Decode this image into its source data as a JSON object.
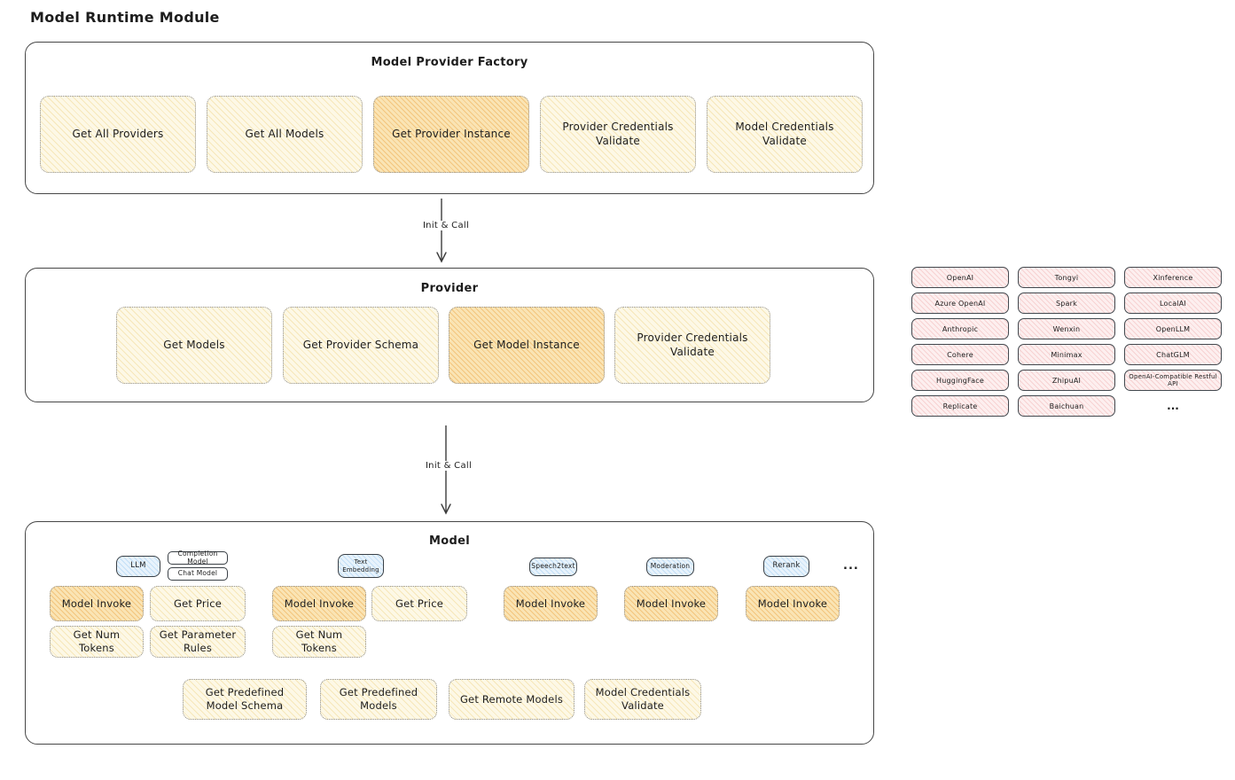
{
  "page_title": "Model Runtime Module",
  "factory": {
    "title": "Model Provider Factory",
    "buttons": [
      {
        "label": "Get All Providers",
        "highlighted": false
      },
      {
        "label": "Get All Models",
        "highlighted": false
      },
      {
        "label": "Get Provider Instance",
        "highlighted": true
      },
      {
        "label": "Provider Credentials Validate",
        "highlighted": false
      },
      {
        "label": "Model Credentials Validate",
        "highlighted": false
      }
    ]
  },
  "arrows": {
    "first_label": "Init & Call",
    "second_label": "Init & Call"
  },
  "provider": {
    "title": "Provider",
    "buttons": [
      {
        "label": "Get Models",
        "highlighted": false
      },
      {
        "label": "Get Provider Schema",
        "highlighted": false
      },
      {
        "label": "Get Model Instance",
        "highlighted": true
      },
      {
        "label": "Provider Credentials Validate",
        "highlighted": false
      }
    ]
  },
  "provider_list": {
    "items": [
      "OpenAI",
      "Tongyi",
      "Xinference",
      "Azure OpenAI",
      "Spark",
      "LocalAI",
      "Anthropic",
      "Wenxin",
      "OpenLLM",
      "Cohere",
      "Minimax",
      "ChatGLM",
      "HuggingFace",
      "ZhipuAI",
      "OpenAI-Compatible Restful API",
      "Replicate",
      "Baichuan"
    ],
    "more": "..."
  },
  "model": {
    "title": "Model",
    "tags": {
      "llm": "LLM",
      "completion": "Completion Model",
      "chat": "Chat Model",
      "text_embedding": "Text Embedding",
      "speech2text": "Speech2text",
      "moderation": "Moderation",
      "rerank": "Rerank",
      "more": "..."
    },
    "buttons": {
      "llm_invoke": "Model Invoke",
      "llm_price": "Get Price",
      "llm_tokens": "Get Num Tokens",
      "llm_rules": "Get Parameter Rules",
      "te_invoke": "Model Invoke",
      "te_price": "Get Price",
      "te_tokens": "Get Num Tokens",
      "s2t_invoke": "Model Invoke",
      "moderation_invoke": "Model Invoke",
      "rerank_invoke": "Model Invoke",
      "predefined_schema": "Get Predefined Model Schema",
      "predefined_models": "Get Predefined Models",
      "remote_models": "Get Remote Models",
      "credentials_validate": "Model Credentials Validate"
    }
  },
  "colors": {
    "box_stroke": "#474747",
    "function_fill": "#fdf8e6",
    "function_fill_highlight": "#fae4b4",
    "provider_chip_fill": "#fdefef",
    "model_type_tag_fill": "#e8f3fc",
    "text": "#1d1d1d"
  }
}
